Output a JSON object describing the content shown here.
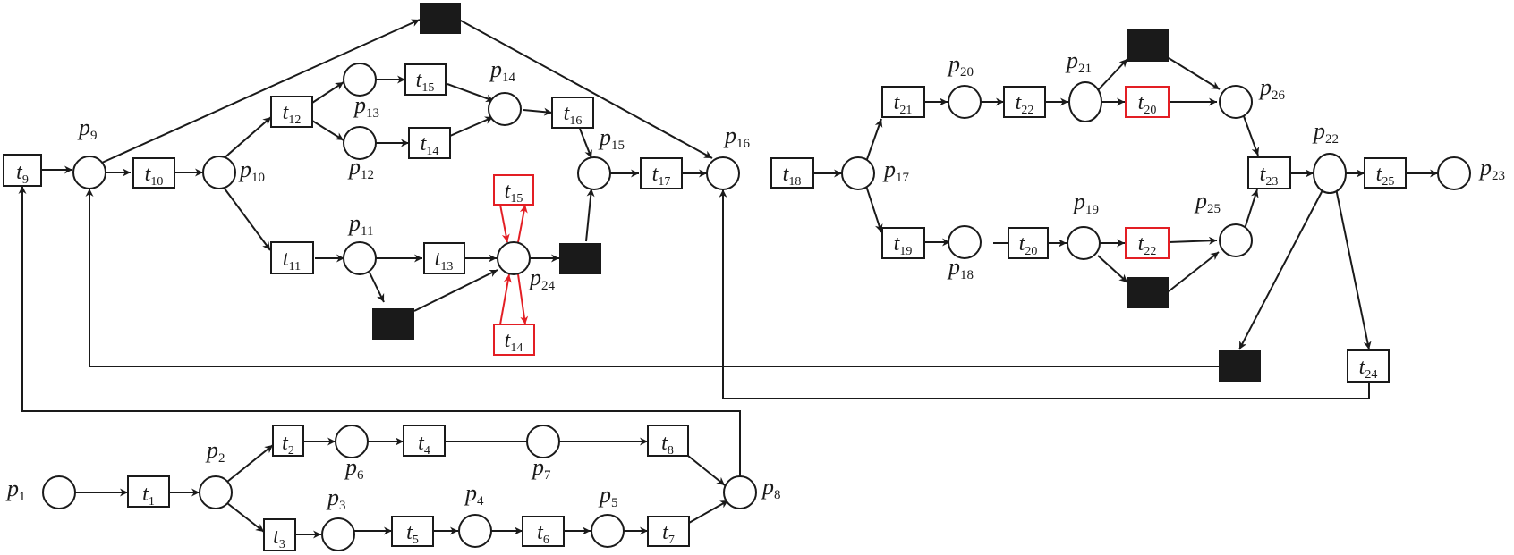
{
  "colors": {
    "normal": "#1a1a1a",
    "highlight": "#e31e24"
  },
  "places": {
    "p1": {
      "letter": "p",
      "sub": "1"
    },
    "p2": {
      "letter": "p",
      "sub": "2"
    },
    "p3": {
      "letter": "p",
      "sub": "3"
    },
    "p4": {
      "letter": "p",
      "sub": "4"
    },
    "p5": {
      "letter": "p",
      "sub": "5"
    },
    "p6": {
      "letter": "p",
      "sub": "6"
    },
    "p7": {
      "letter": "p",
      "sub": "7"
    },
    "p8": {
      "letter": "p",
      "sub": "8"
    },
    "p9": {
      "letter": "p",
      "sub": "9"
    },
    "p10": {
      "letter": "p",
      "sub": "10"
    },
    "p11": {
      "letter": "p",
      "sub": "11"
    },
    "p12": {
      "letter": "p",
      "sub": "12"
    },
    "p13": {
      "letter": "p",
      "sub": "13"
    },
    "p14": {
      "letter": "p",
      "sub": "14"
    },
    "p15": {
      "letter": "p",
      "sub": "15"
    },
    "p16": {
      "letter": "p",
      "sub": "16"
    },
    "p17": {
      "letter": "p",
      "sub": "17"
    },
    "p18": {
      "letter": "p",
      "sub": "18"
    },
    "p19": {
      "letter": "p",
      "sub": "19"
    },
    "p20": {
      "letter": "p",
      "sub": "20"
    },
    "p21": {
      "letter": "p",
      "sub": "21"
    },
    "p22": {
      "letter": "p",
      "sub": "22"
    },
    "p23": {
      "letter": "p",
      "sub": "23"
    },
    "p24": {
      "letter": "p",
      "sub": "24"
    },
    "p25": {
      "letter": "p",
      "sub": "25"
    },
    "p26": {
      "letter": "p",
      "sub": "26"
    }
  },
  "transitions": {
    "t1": {
      "letter": "t",
      "sub": "1"
    },
    "t2": {
      "letter": "t",
      "sub": "2"
    },
    "t3": {
      "letter": "t",
      "sub": "3"
    },
    "t4": {
      "letter": "t",
      "sub": "4"
    },
    "t5": {
      "letter": "t",
      "sub": "5"
    },
    "t6": {
      "letter": "t",
      "sub": "6"
    },
    "t7": {
      "letter": "t",
      "sub": "7"
    },
    "t8": {
      "letter": "t",
      "sub": "8"
    },
    "t9": {
      "letter": "t",
      "sub": "9"
    },
    "t10": {
      "letter": "t",
      "sub": "10"
    },
    "t11": {
      "letter": "t",
      "sub": "11"
    },
    "t12": {
      "letter": "t",
      "sub": "12"
    },
    "t13": {
      "letter": "t",
      "sub": "13"
    },
    "t14": {
      "letter": "t",
      "sub": "14"
    },
    "t15": {
      "letter": "t",
      "sub": "15"
    },
    "t16": {
      "letter": "t",
      "sub": "16"
    },
    "t17": {
      "letter": "t",
      "sub": "17"
    },
    "t18": {
      "letter": "t",
      "sub": "18"
    },
    "t19": {
      "letter": "t",
      "sub": "19"
    },
    "t20a": {
      "letter": "t",
      "sub": "20"
    },
    "t21": {
      "letter": "t",
      "sub": "21"
    },
    "t22a": {
      "letter": "t",
      "sub": "22"
    },
    "t23": {
      "letter": "t",
      "sub": "23"
    },
    "t24": {
      "letter": "t",
      "sub": "24"
    },
    "t25": {
      "letter": "t",
      "sub": "25"
    },
    "t15r": {
      "letter": "t",
      "sub": "15"
    },
    "t14r": {
      "letter": "t",
      "sub": "14"
    },
    "t20r": {
      "letter": "t",
      "sub": "20"
    },
    "t22r": {
      "letter": "t",
      "sub": "22"
    }
  }
}
